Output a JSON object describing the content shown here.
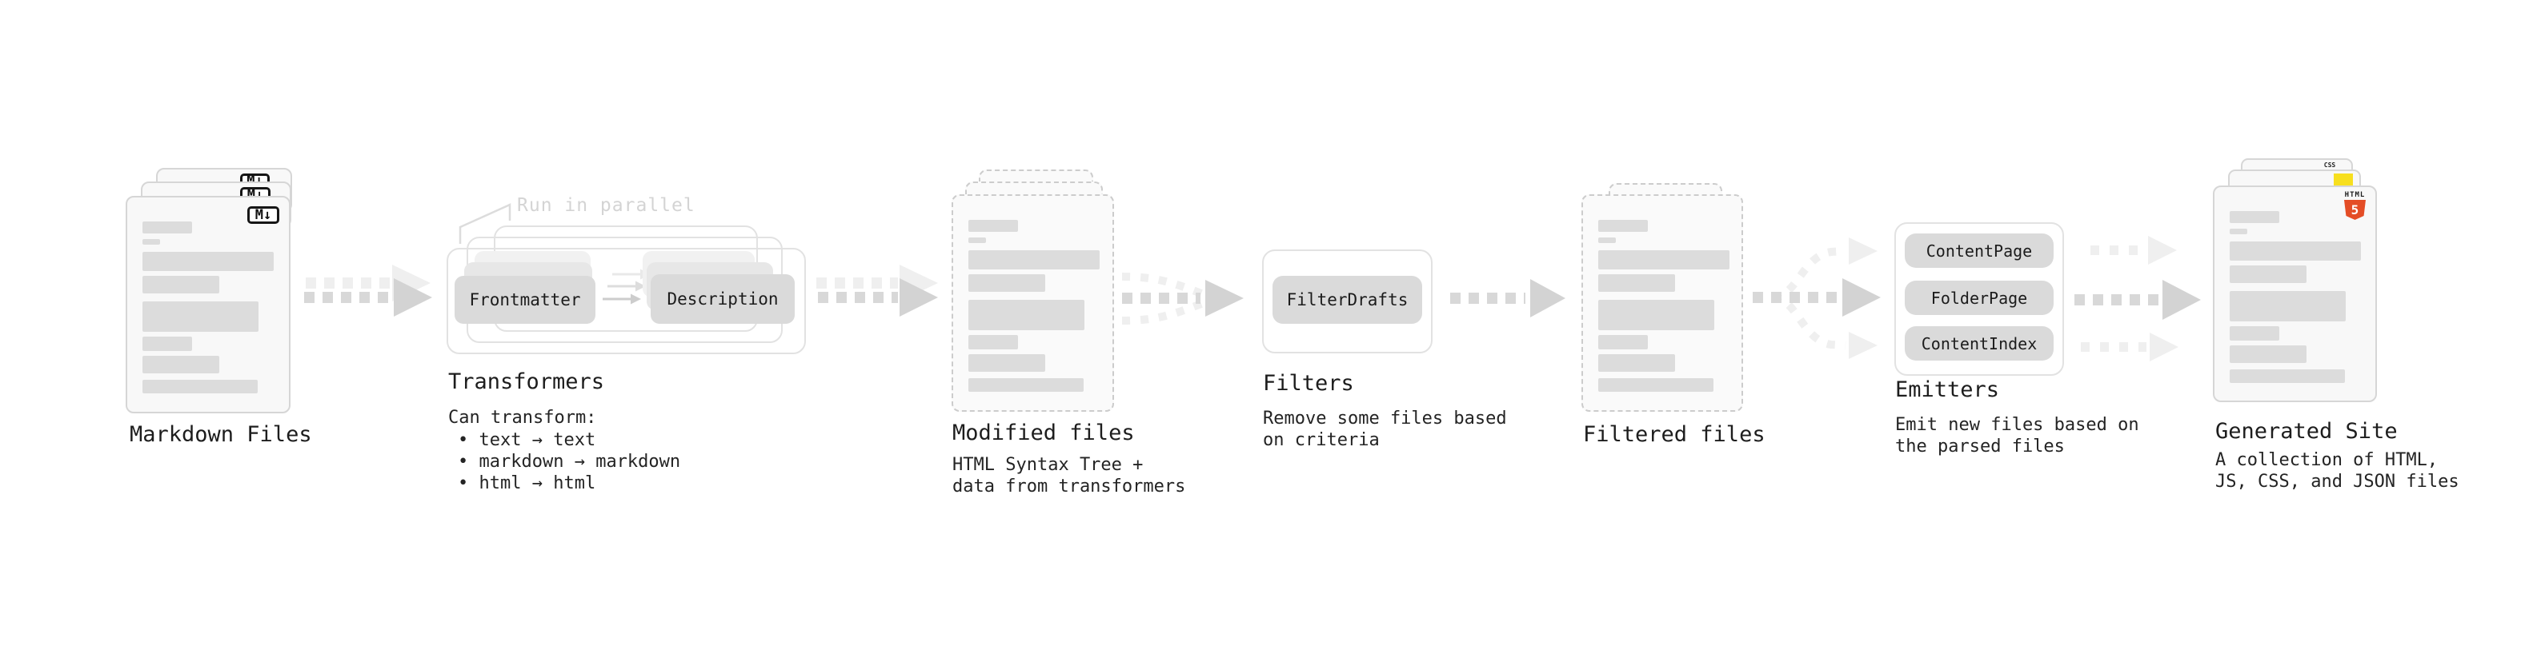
{
  "colors": {
    "card_bg": "#f8f8f8",
    "dashed_card_bg": "#fafafa",
    "card_border": "#d6d6d6",
    "dashed_border": "#cccccc",
    "container_border": "#e2e2e2",
    "skeleton": "#dcdcdc",
    "node_bg": "#dadada",
    "node_echo_mid": "#e7e7e7",
    "node_echo_light": "#f1f1f1",
    "text": "#1e1e1e",
    "annotation": "#d4d4d4",
    "arrow": "#d8d8d8",
    "arrow_head": "#d3d3d3",
    "arrow_light": "#efefef",
    "html5": "#e44d26",
    "js": "#f7df1e",
    "css": "#2965f1"
  },
  "annotation": {
    "run_in_parallel": "Run in parallel"
  },
  "stages": {
    "markdown": {
      "label": "Markdown Files",
      "badge": "M↓"
    },
    "transformers": {
      "label": "Transformers",
      "nodes": [
        "Frontmatter",
        "Description"
      ],
      "caption_title": "Can transform:",
      "bullets": [
        "text → text",
        "markdown → markdown",
        "html → html"
      ]
    },
    "modified": {
      "label": "Modified files",
      "caption": [
        "HTML Syntax Tree +",
        "data from transformers"
      ]
    },
    "filters": {
      "label": "Filters",
      "nodes": [
        "FilterDrafts"
      ],
      "caption": [
        "Remove some files based",
        "on criteria"
      ]
    },
    "filtered": {
      "label": "Filtered files"
    },
    "emitters": {
      "label": "Emitters",
      "nodes": [
        "ContentPage",
        "FolderPage",
        "ContentIndex"
      ],
      "caption": [
        "Emit new files based on",
        "the parsed files"
      ]
    },
    "generated": {
      "label": "Generated Site",
      "caption": [
        "A collection of HTML,",
        "JS, CSS, and JSON files"
      ],
      "badges": {
        "html_label": "HTML",
        "html_number": "5",
        "css": "CSS"
      }
    }
  }
}
